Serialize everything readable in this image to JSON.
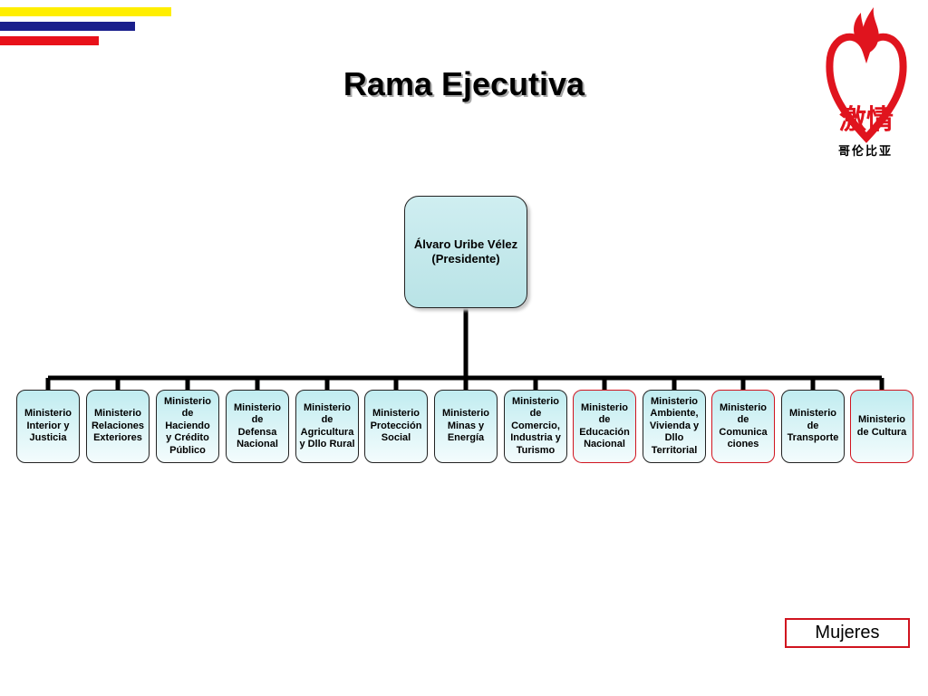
{
  "title": "Rama Ejecutiva",
  "colors": {
    "yellow": "#ffee00",
    "blue": "#1a1f8c",
    "red": "#e8111a",
    "accent_red": "#d0141f"
  },
  "logo": {
    "text": "激情",
    "caption": "哥伦比亚",
    "icon": "heart-flame-icon"
  },
  "president": {
    "name": "Álvaro Uribe Vélez",
    "role": "(Presidente)"
  },
  "ministries": [
    {
      "label": "Ministerio\nInterior y\nJusticia",
      "woman_led": false
    },
    {
      "label": "Ministerio\nRelaciones\nExteriores",
      "woman_led": false
    },
    {
      "label": "Ministerio\nde\nHaciendo\ny Crédito\nPúblico",
      "woman_led": false
    },
    {
      "label": "Ministerio\nde\nDefensa\nNacional",
      "woman_led": false
    },
    {
      "label": "Ministerio\nde\nAgricultura\ny Dllo Rural",
      "woman_led": false
    },
    {
      "label": "Ministerio\nProtección\nSocial",
      "woman_led": false
    },
    {
      "label": "Ministerio\nMinas y\nEnergía",
      "woman_led": false
    },
    {
      "label": "Ministerio\nde\nComercio,\nIndustria y\nTurismo",
      "woman_led": false
    },
    {
      "label": "Ministerio\nde\nEducación\nNacional",
      "woman_led": true
    },
    {
      "label": "Ministerio\nAmbiente,\nVivienda y\nDllo\nTerritorial",
      "woman_led": false
    },
    {
      "label": "Ministerio\nde\nComunica\nciones",
      "woman_led": true
    },
    {
      "label": "Ministerio\nde\nTransporte",
      "woman_led": false
    },
    {
      "label": "Ministerio\nde Cultura",
      "woman_led": true
    }
  ],
  "legend": {
    "label": "Mujeres"
  }
}
